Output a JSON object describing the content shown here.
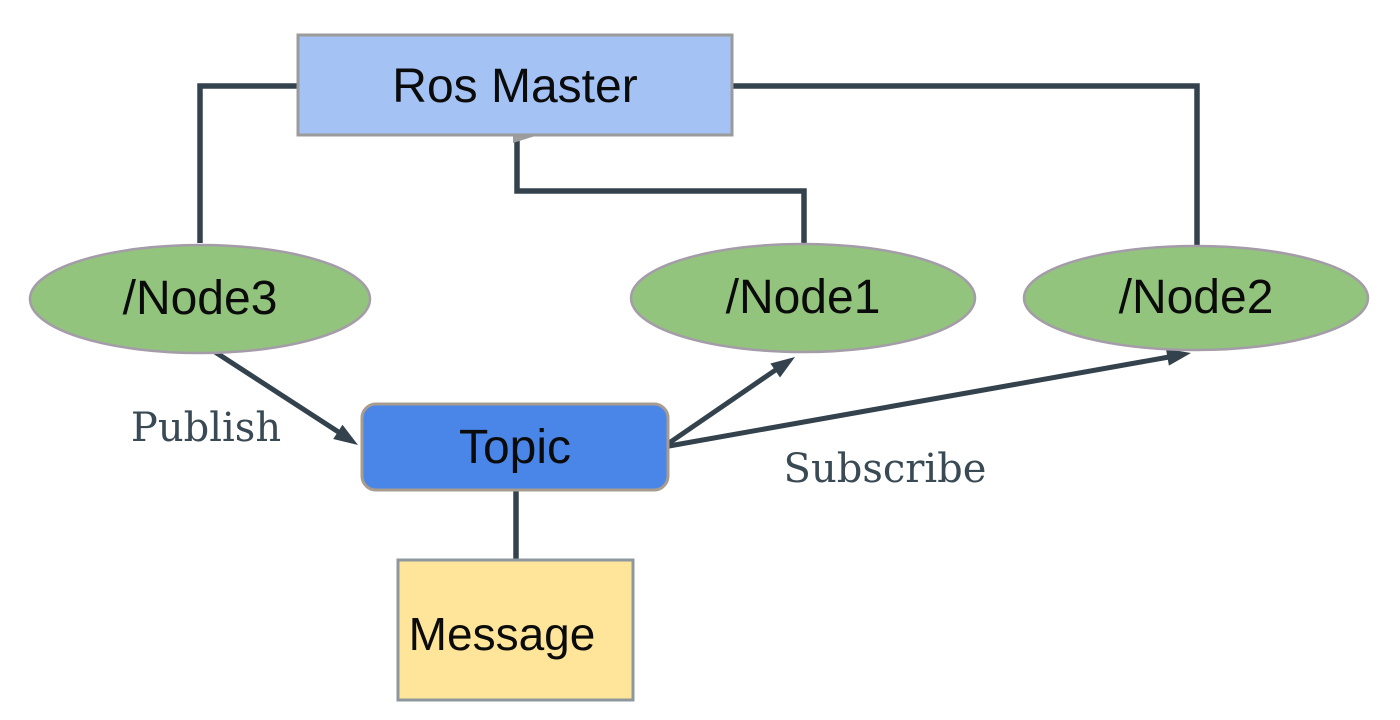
{
  "colors": {
    "connector": "#33424d",
    "arrow_gray": "#9e9e9e",
    "master_fill": "#a4c2f4",
    "node_fill": "#93c47d",
    "topic_fill": "#4a86e8",
    "message_fill": "#ffe599",
    "edge_label_text": "#3a4a54",
    "shape_text": "#0b0b0b"
  },
  "nodes": {
    "master": {
      "label": "Ros Master"
    },
    "node3": {
      "label": "/Node3"
    },
    "node1": {
      "label": "/Node1"
    },
    "node2": {
      "label": "/Node2"
    },
    "topic": {
      "label": "Topic"
    },
    "message": {
      "label": "Message"
    }
  },
  "edges": {
    "publish_label": "Publish",
    "subscribe_label": "Subscribe"
  }
}
